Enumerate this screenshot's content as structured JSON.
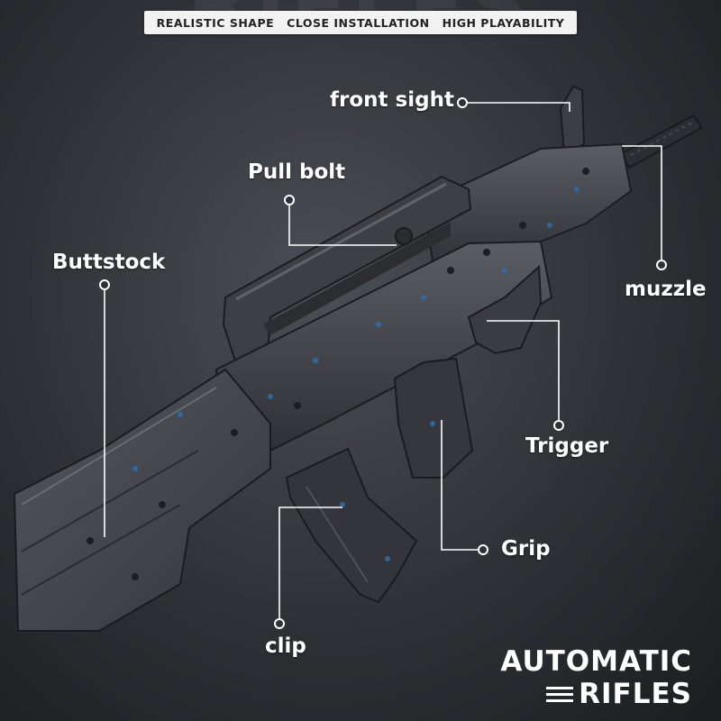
{
  "banner": {
    "features": [
      "REALISTIC SHAPE",
      "CLOSE INSTALLATION",
      "HIGH PLAYABILITY"
    ]
  },
  "background_word": "RIFLES",
  "labels": {
    "front_sight": "front sight",
    "pull_bolt": "Pull bolt",
    "buttstock": "Buttstock",
    "muzzle": "muzzle",
    "trigger": "Trigger",
    "grip": "Grip",
    "clip": "clip"
  },
  "title": {
    "line1": "AUTOMATIC",
    "line2": "RIFLES"
  },
  "colors": {
    "background": "#2f3136",
    "model_dark": "#3a3c42",
    "model_mid": "#55585f",
    "accent_pins": "#2b6fb0",
    "text": "#ffffff"
  }
}
